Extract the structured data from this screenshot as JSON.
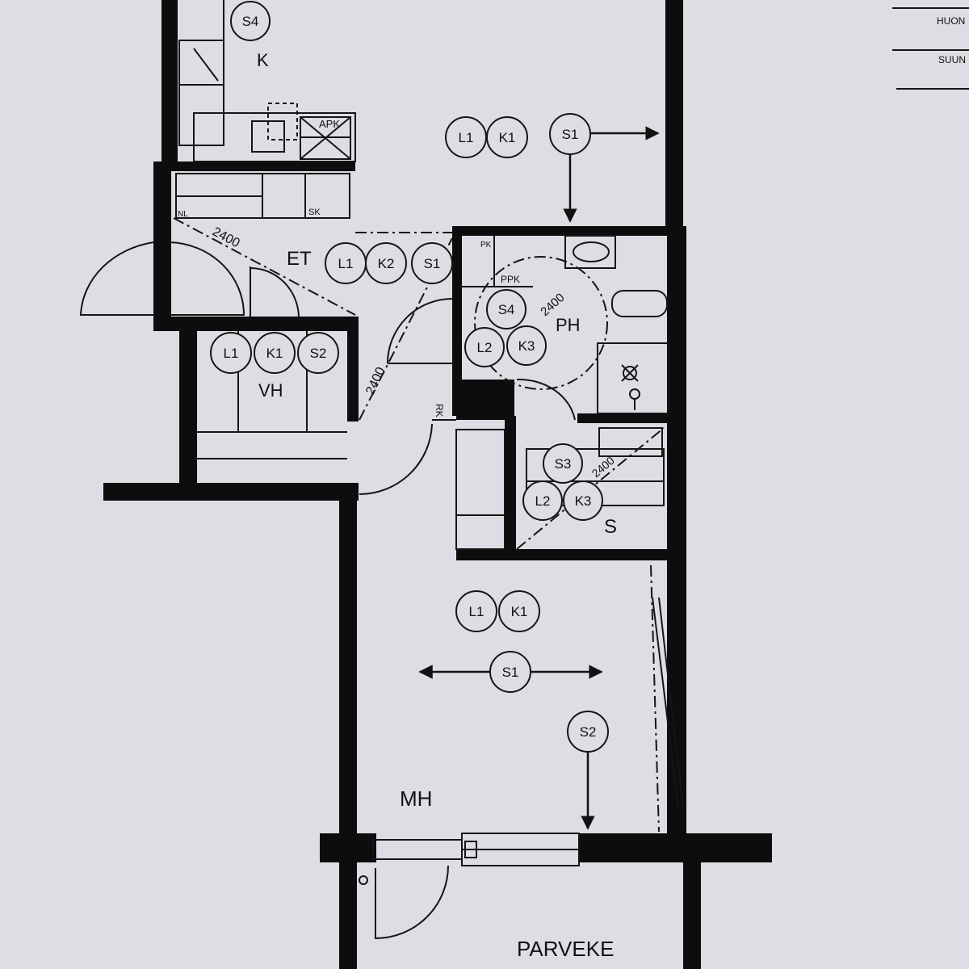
{
  "colors": {
    "paper": "#dcdee3",
    "wall": "#0d0d0d",
    "line": "#151515"
  },
  "rooms": {
    "kitchen": "K",
    "entry": "ET",
    "wardrobe": "VH",
    "bathroom": "PH",
    "sauna": "S",
    "living_room": "MH",
    "balcony": "PARVEKE"
  },
  "symbols": {
    "top_s4": "S4",
    "k_l1": "L1",
    "k_k1": "K1",
    "k_s1": "S1",
    "et_l1": "L1",
    "et_k2": "K2",
    "et_s1": "S1",
    "vh_l1": "L1",
    "vh_k1": "K1",
    "vh_s2": "S2",
    "ph_s4": "S4",
    "ph_l2": "L2",
    "ph_k3": "K3",
    "s_s3": "S3",
    "s_l2": "L2",
    "s_k3": "K3",
    "mh_l1": "L1",
    "mh_k1": "K1",
    "mh_s1": "S1",
    "mh_s2": "S2"
  },
  "small_labels": {
    "apk": "APK",
    "nl": "NL",
    "sk": "SK",
    "rk": "RK",
    "pk": "PK",
    "ppk": "PPK",
    "dim_et": "2400",
    "dim_hall": "2400",
    "dim_ph": "2400",
    "dim_s": "2400"
  },
  "legend": {
    "line1": "HUON",
    "line2": "SUUN"
  }
}
